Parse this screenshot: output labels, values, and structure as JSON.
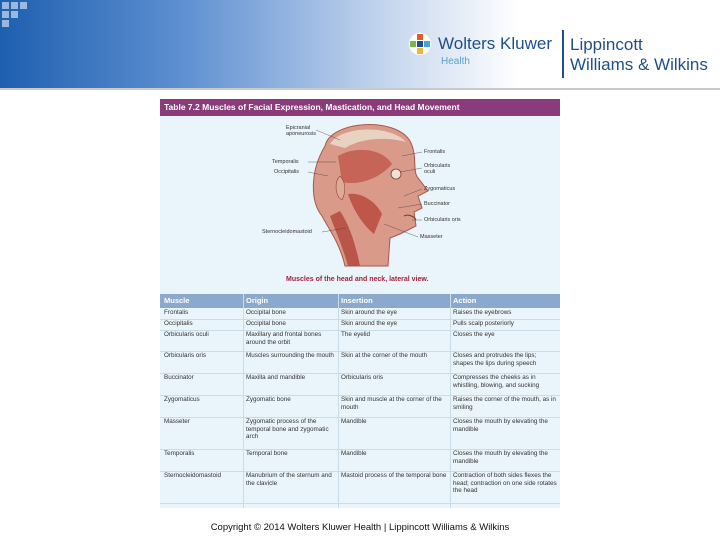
{
  "header": {
    "brand_name": "Wolters Kluwer",
    "brand_sub": "Health",
    "publisher_line1": "Lippincott",
    "publisher_line2": "Williams & Wilkins"
  },
  "table": {
    "title": "Table 7.2  Muscles of Facial Expression, Mastication, and Head Movement",
    "figure_labels": {
      "epicranial": "Epicranial aponeurosis",
      "temporalis": "Temporalis",
      "occipitalis": "Occipitalis",
      "sternocleidomastoid": "Sternocleidomastoid",
      "frontalis": "Frontalis",
      "orbicularis_oculi": "Orbicularis oculi",
      "zygomaticus": "Zygomaticus",
      "buccinator": "Buccinator",
      "orbicularis_oris": "Orbicularis oris",
      "masseter": "Masseter"
    },
    "figure_caption": "Muscles of the head and neck, lateral view.",
    "columns": [
      "Muscle",
      "Origin",
      "Insertion",
      "Action"
    ],
    "rows": [
      [
        "Frontalis",
        "Occipital bone",
        "Skin around the eye",
        "Raises the eyebrows"
      ],
      [
        "Occipitalis",
        "Occipital bone",
        "Skin around the eye",
        "Pulls scalp posteriorly"
      ],
      [
        "Orbicularis oculi",
        "Maxillary and frontal bones around the orbit",
        "The eyelid",
        "Closes the eye"
      ],
      [
        "Orbicularis oris",
        "Muscles surrounding the mouth",
        "Skin at the corner of the mouth",
        "Closes and protrudes the lips; shapes the lips during speech"
      ],
      [
        "Buccinator",
        "Maxilla and mandible",
        "Orbicularis oris",
        "Compresses the cheeks as in whistling, blowing, and sucking"
      ],
      [
        "Zygomaticus",
        "Zygomatic bone",
        "Skin and muscle at the corner of the mouth",
        "Raises the corner of the mouth, as in smiling"
      ],
      [
        "Masseter",
        "Zygomatic process of the temporal bone and zygomatic arch",
        "Mandible",
        "Closes the mouth by elevating the mandible"
      ],
      [
        "Temporalis",
        "Temporal bone",
        "Mandible",
        "Closes the mouth by elevating the mandible"
      ],
      [
        "Sternocleidomastoid",
        "Manubrium of the sternum and the clavicle",
        "Mastoid process of the temporal bone",
        "Contraction of both sides flexes the head; contraction on one side rotates the head"
      ]
    ]
  },
  "footer": {
    "copyright": "Copyright © 2014 Wolters Kluwer Health | Lippincott Williams & Wilkins"
  }
}
